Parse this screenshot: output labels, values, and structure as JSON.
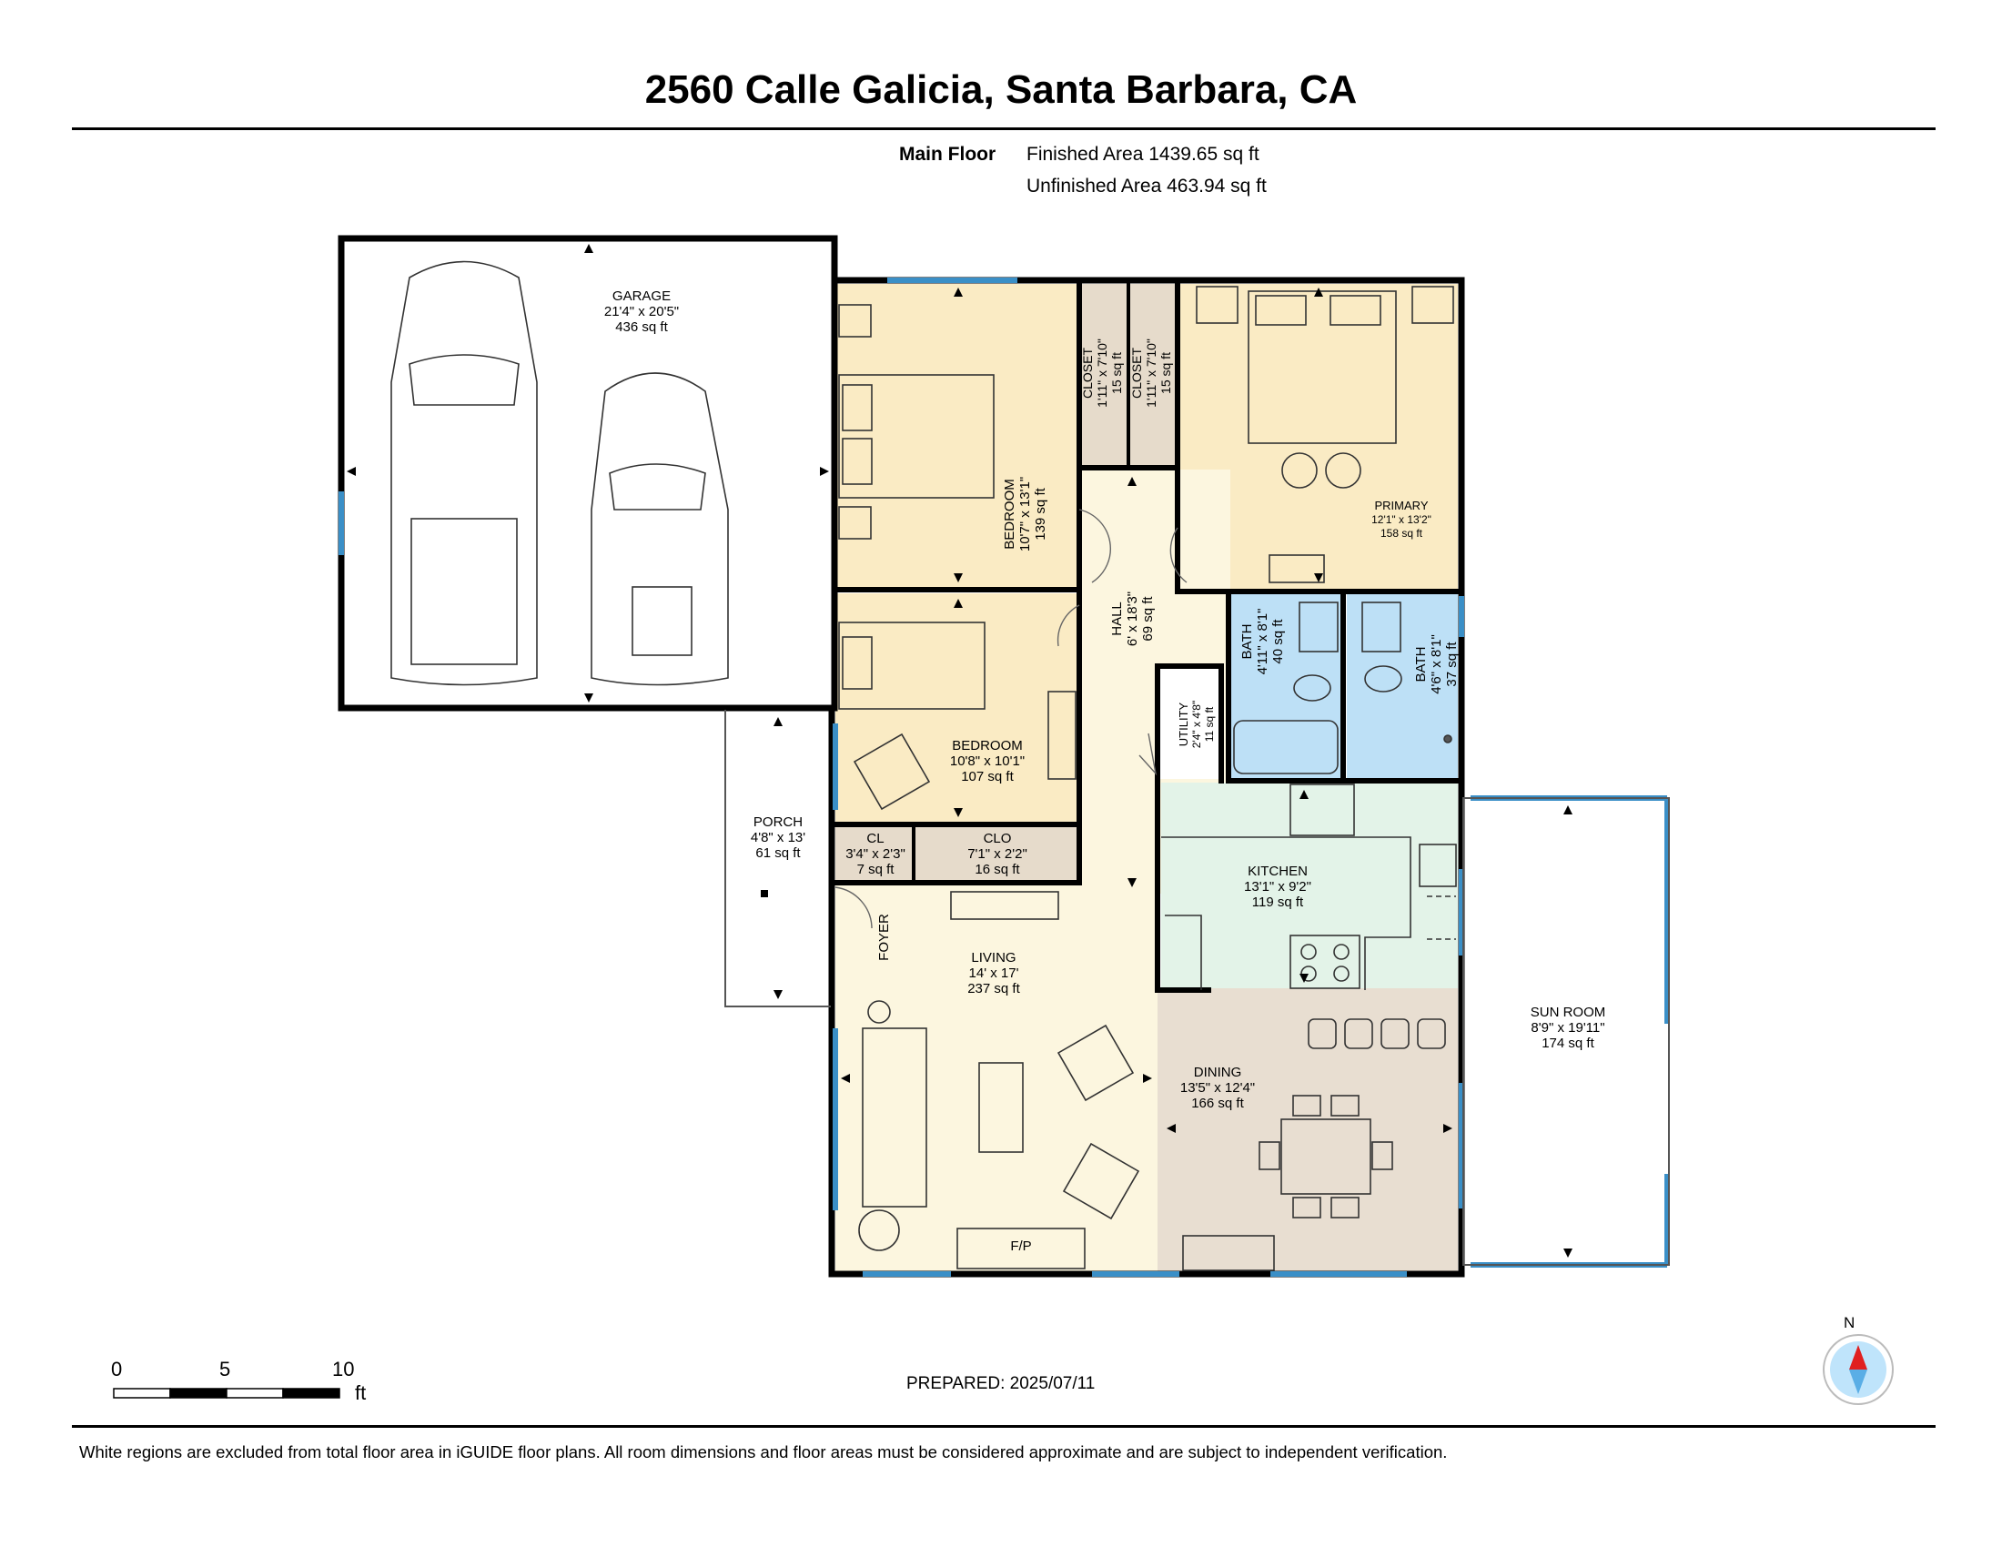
{
  "header": {
    "title": "2560 Calle Galicia, Santa Barbara, CA",
    "floor_label": "Main Floor",
    "finished_area": "Finished Area 1439.65 sq ft",
    "unfinished_area": "Unfinished Area 463.94 sq ft"
  },
  "rooms": {
    "garage": {
      "name": "GARAGE",
      "dims": "21'4\" x 20'5\"",
      "area": "436 sq ft"
    },
    "bedroom1": {
      "name": "BEDROOM",
      "dims": "10'7\" x 13'1\"",
      "area": "139 sq ft"
    },
    "closet1": {
      "name": "CLOSET",
      "dims": "1'11\" x 7'10\"",
      "area": "15 sq ft"
    },
    "closet2": {
      "name": "CLOSET",
      "dims": "1'11\" x 7'10\"",
      "area": "15 sq ft"
    },
    "primary": {
      "name": "PRIMARY",
      "dims": "12'1\" x 13'2\"",
      "area": "158 sq ft"
    },
    "hall": {
      "name": "HALL",
      "dims": "6' x 18'3\"",
      "area": "69 sq ft"
    },
    "bath1": {
      "name": "BATH",
      "dims": "4'11\" x 8'1\"",
      "area": "40 sq ft"
    },
    "bath2": {
      "name": "BATH",
      "dims": "4'6\" x 8'1\"",
      "area": "37 sq ft"
    },
    "utility": {
      "name": "UTILITY",
      "dims": "2'4\" x 4'8\"",
      "area": "11 sq ft"
    },
    "bedroom2": {
      "name": "BEDROOM",
      "dims": "10'8\" x 10'1\"",
      "area": "107 sq ft"
    },
    "porch": {
      "name": "PORCH",
      "dims": "4'8\" x 13'",
      "area": "61 sq ft"
    },
    "cl": {
      "name": "CL",
      "dims": "3'4\" x 2'3\"",
      "area": "7 sq ft"
    },
    "clo": {
      "name": "CLO",
      "dims": "7'1\" x 2'2\"",
      "area": "16 sq ft"
    },
    "kitchen": {
      "name": "KITCHEN",
      "dims": "13'1\" x 9'2\"",
      "area": "119 sq ft"
    },
    "foyer": {
      "name": "FOYER"
    },
    "living": {
      "name": "LIVING",
      "dims": "14' x 17'",
      "area": "237 sq ft"
    },
    "dining": {
      "name": "DINING",
      "dims": "13'5\" x 12'4\"",
      "area": "166 sq ft"
    },
    "sunroom": {
      "name": "SUN ROOM",
      "dims": "8'9\" x 19'11\"",
      "area": "174 sq ft"
    },
    "fireplace": {
      "name": "F/P"
    }
  },
  "colors": {
    "wall": "#000000",
    "window": "#3a8fc7",
    "bedroom_fill": "#faebc4",
    "living_fill": "#fcf6df",
    "closet_fill": "#e6dbcb",
    "bath_fill": "#bde0f6",
    "kitchen_fill": "#e3f3e8",
    "dining_fill": "#e8ded1"
  },
  "scale": {
    "tick_0": "0",
    "tick_5": "5",
    "tick_10": "10",
    "unit": "ft"
  },
  "prepared": "PREPARED: 2025/07/11",
  "compass": {
    "label": "N",
    "icon": "compass-icon"
  },
  "disclaimer": "White regions are excluded from total floor area in iGUIDE floor plans. All room dimensions and floor areas must be considered approximate and are subject to independent verification."
}
